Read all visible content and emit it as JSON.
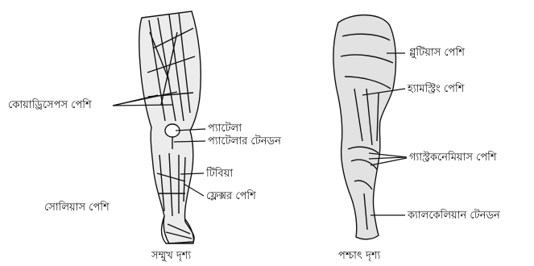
{
  "front_view": {
    "caption": "সম্মুখ দৃশ্য",
    "labels": {
      "quadriceps": "কোয়াড্রিসেপস পেশি",
      "patella": "প্যাটেলা",
      "patellar_tendon": "প্যাটেলার টেনডন",
      "tibia": "টিবিয়া",
      "flexor": "ফ্লেক্সর পেশি",
      "soleus": "সোলিয়াস পেশি"
    }
  },
  "back_view": {
    "caption": "পশ্চাৎ দৃশ্য",
    "labels": {
      "gluteus": "গ্লুটিয়াস পেশি",
      "hamstring": "হ্যামস্ট্রিং পেশি",
      "gastrocnemius": "গ্যাস্ট্রকনেমিয়াস পেশি",
      "calcaneal_tendon": "ক্যালকেলিয়ান টেনডন"
    }
  },
  "colors": {
    "ink": "#111111",
    "paper": "#ffffff",
    "shade": "#e6e6e6"
  }
}
